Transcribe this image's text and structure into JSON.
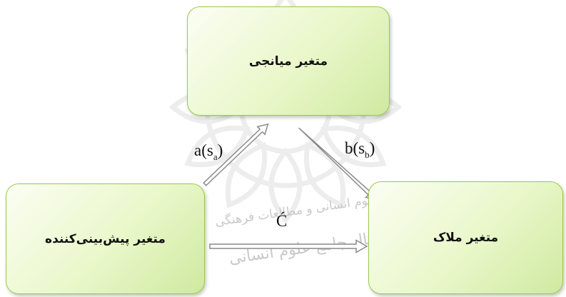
{
  "nodes": {
    "mediator": "متغیر میانجی",
    "predictor": "متغیر پیش‌بینی‌کننده",
    "criterion": "متغیر ملاک"
  },
  "paths": {
    "a": {
      "main": "a(s",
      "sub": "a",
      "close": ")"
    },
    "b": {
      "main": "b(s",
      "sub": "b",
      "close": ")"
    },
    "c_prime": "Ć"
  },
  "watermark": {
    "line1": "پژوهشگاه علوم انسانی و مطالعات فرهنگی",
    "line2": "پرتال جامع علوم انسانی"
  }
}
